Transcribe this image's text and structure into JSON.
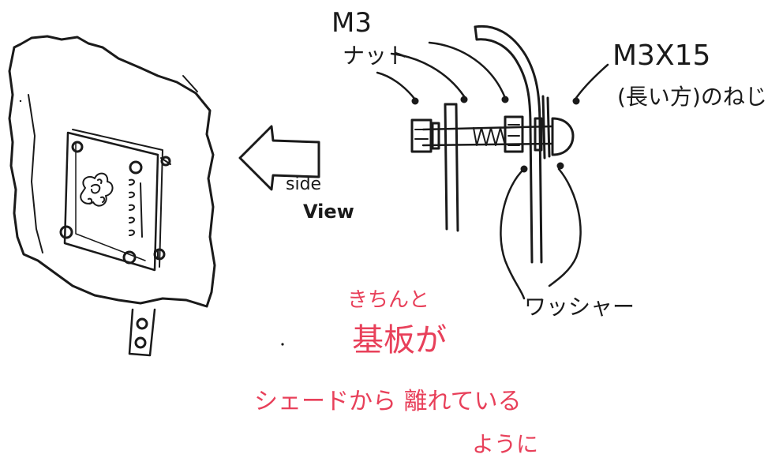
{
  "labels": {
    "m3_line1": "M3",
    "m3_line2": "ナット",
    "screw_line1": "M3X15",
    "screw_line2": "(長い方)のねじ",
    "side_line1": "side",
    "side_line2": "View",
    "washer": "ワッシャー"
  },
  "note": {
    "line1": "きちんと",
    "line2": "基板が",
    "line3": "シェードから 離れている",
    "line4": "ように"
  },
  "colors": {
    "ink": "#1a1a1a",
    "note": "#e8405a",
    "paper": "#ffffff"
  }
}
